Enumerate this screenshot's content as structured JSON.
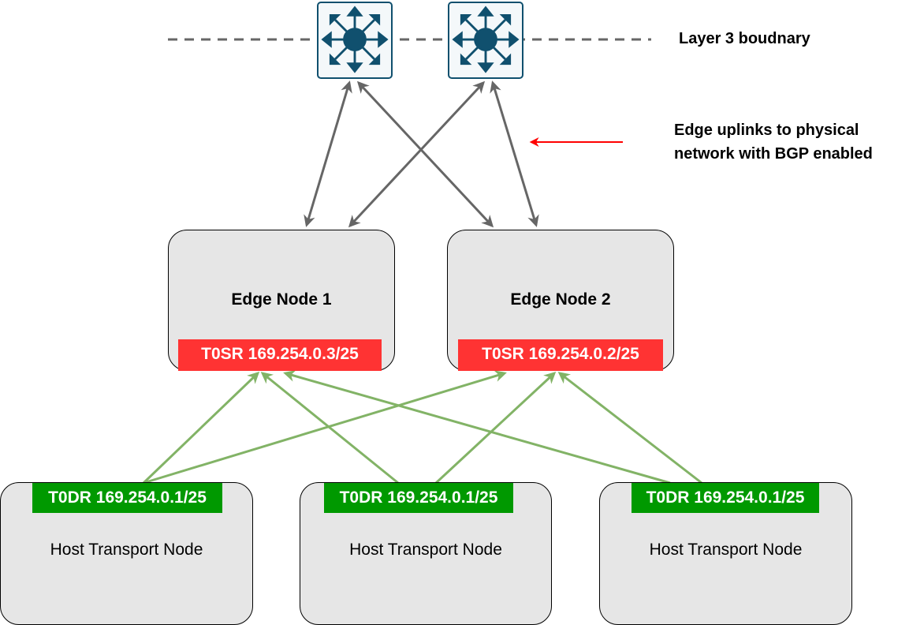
{
  "diagram": {
    "layer3_label": "Layer 3 boudnary",
    "uplink_annotation": [
      "Edge uplinks to physical",
      "network with BGP enabled"
    ],
    "switches": [
      {
        "icon": "layer3-switch-icon"
      },
      {
        "icon": "layer3-switch-icon"
      }
    ],
    "edge_nodes": [
      {
        "title": "Edge Node 1",
        "t0sr": "T0SR 169.254.0.3/25"
      },
      {
        "title": "Edge Node 2",
        "t0sr": "T0SR 169.254.0.2/25"
      }
    ],
    "host_nodes": [
      {
        "title": "Host Transport Node",
        "t0dr": "T0DR 169.254.0.1/25"
      },
      {
        "title": "Host Transport Node",
        "t0dr": "T0DR 169.254.0.1/25"
      },
      {
        "title": "Host Transport Node",
        "t0dr": "T0DR 169.254.0.1/25"
      }
    ],
    "colors": {
      "boundary_line": "#666666",
      "uplink_arrow": "#666666",
      "annotation_arrow": "#ff0000",
      "internal_arrow": "#82b366",
      "t0sr_tag": "#ff3333",
      "t0dr_tag": "#009900",
      "node_fill": "#e6e6e6",
      "switch_icon": "#10506e"
    }
  }
}
